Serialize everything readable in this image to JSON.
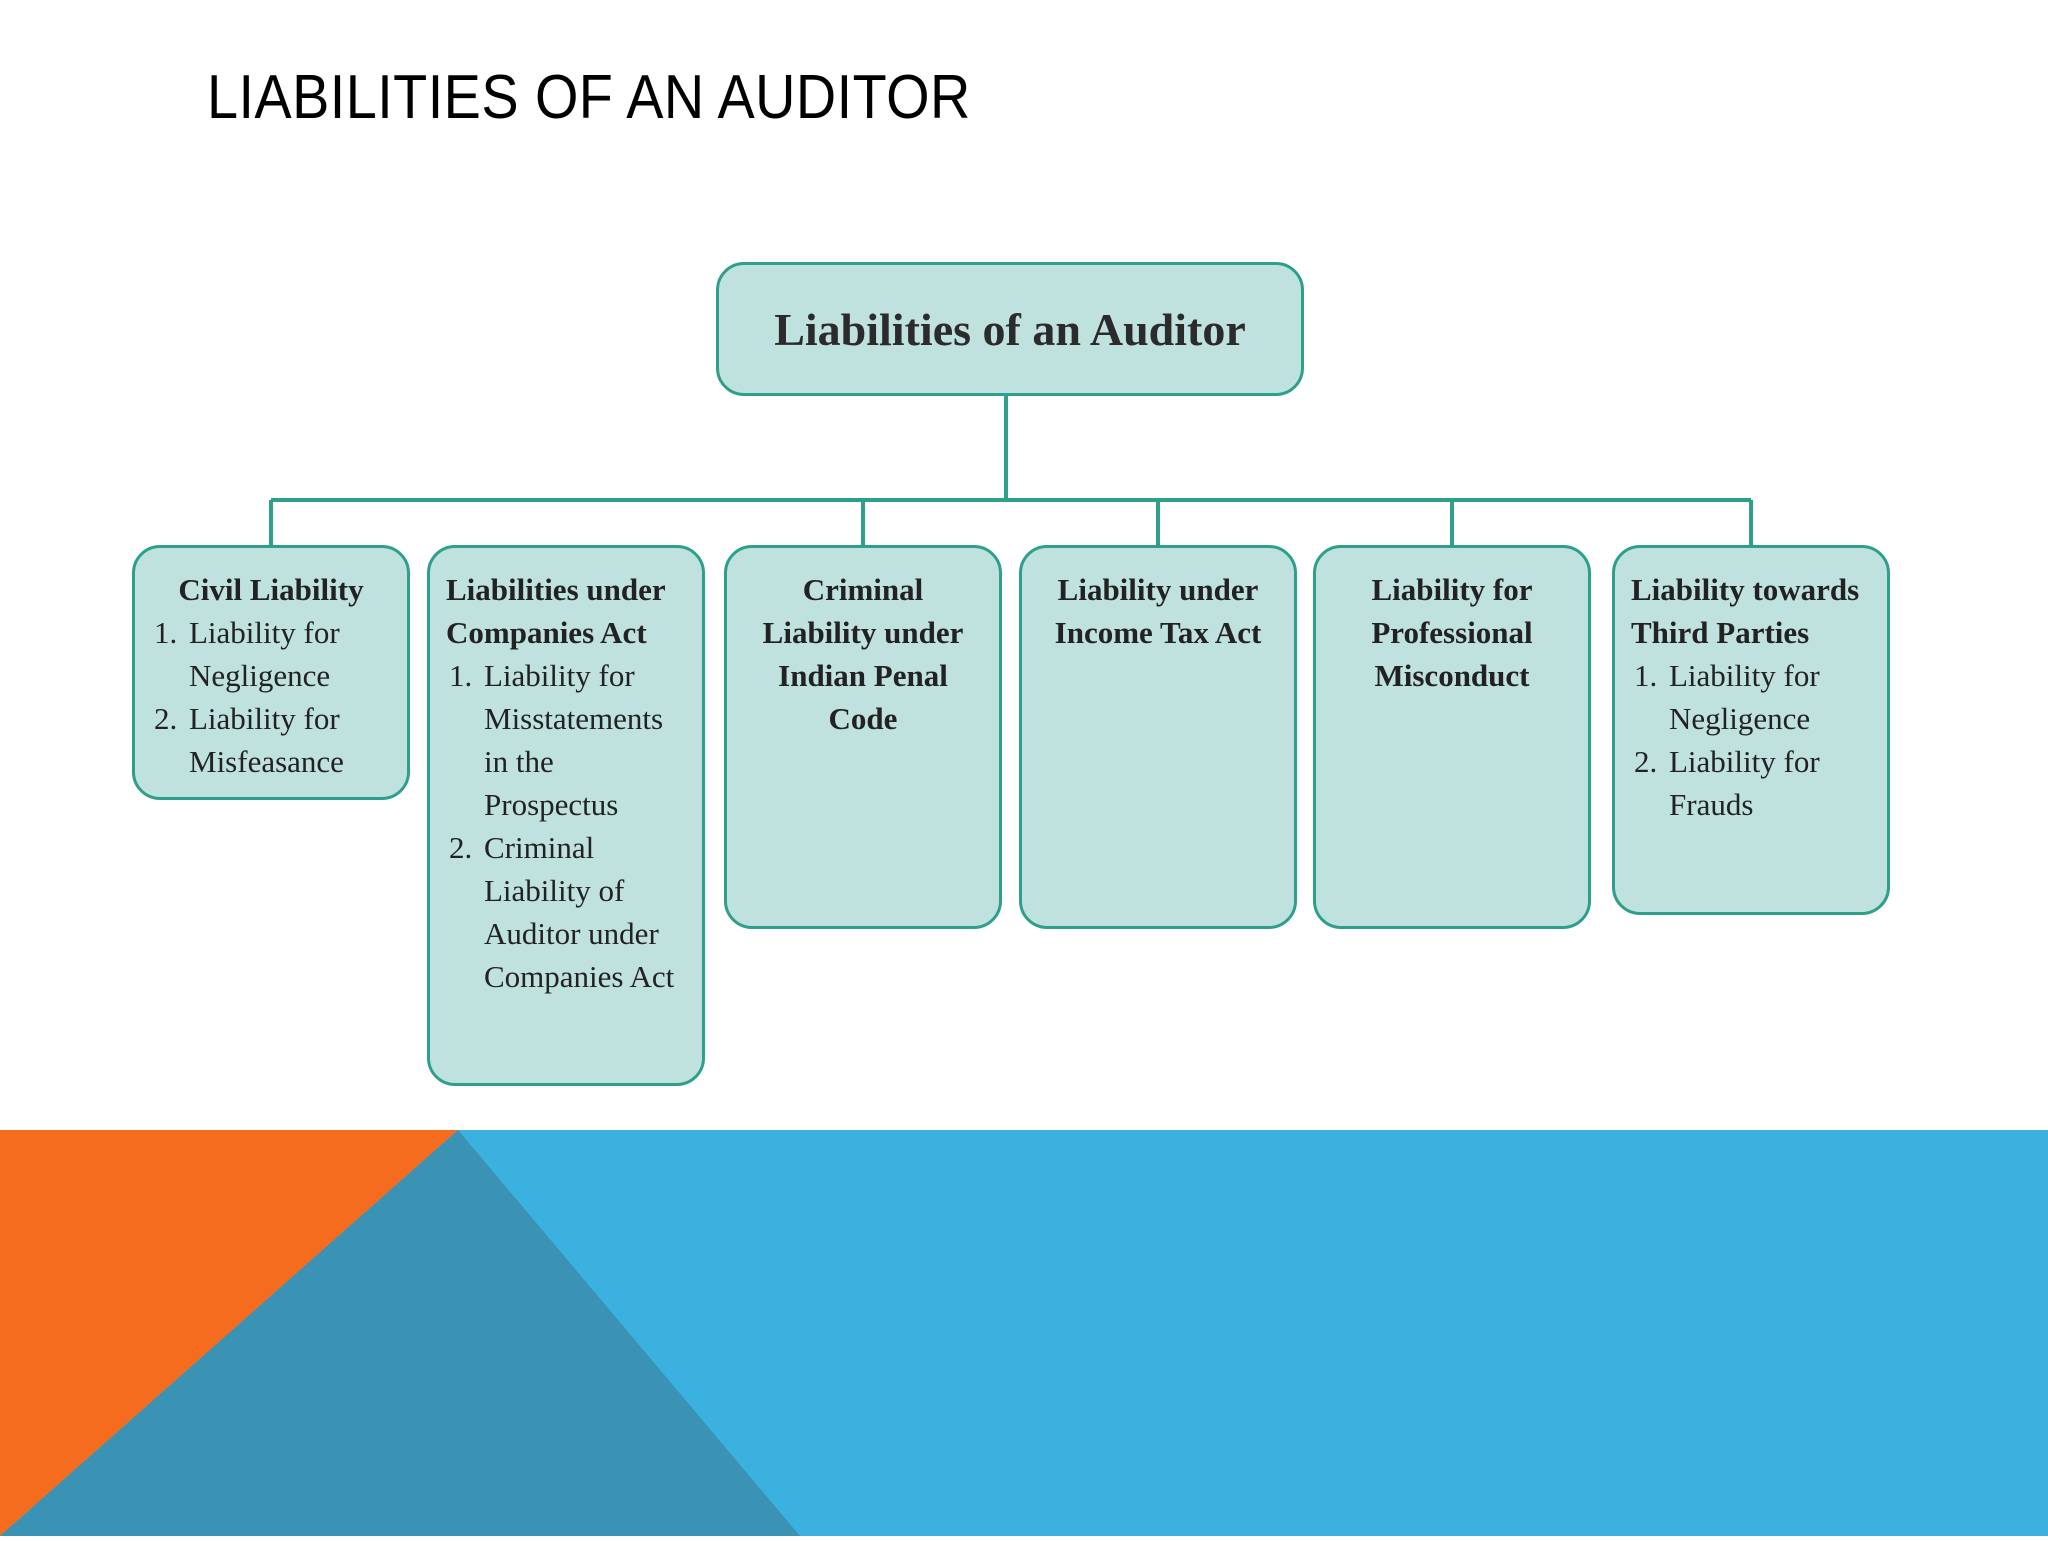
{
  "slide": {
    "title": "LIABILITIES OF AN AUDITOR"
  },
  "diagram": {
    "root": "Liabilities of an Auditor",
    "children": [
      {
        "heading": "Civil Liability",
        "items": [
          "Liability for Negligence",
          "Liability for Misfeasance"
        ]
      },
      {
        "heading": "Liabilities under Companies Act",
        "items": [
          "Liability for Misstatements in the Prospectus",
          "Criminal Liability of Auditor under Companies Act"
        ]
      },
      {
        "heading": "Criminal Liability under Indian Penal Code",
        "items": []
      },
      {
        "heading": "Liability under Income Tax Act",
        "items": []
      },
      {
        "heading": "Liability for Professional Misconduct",
        "items": []
      },
      {
        "heading": "Liability towards Third Parties",
        "items": [
          "Liability for Negligence",
          "Liability for Frauds"
        ]
      }
    ]
  },
  "colors": {
    "box_fill": "#bfe2de",
    "box_border": "#2e9f8a",
    "footer_blue": "#3bb1df",
    "footer_orange": "#f66c1f",
    "footer_dark_blue": "#3a93b5"
  }
}
